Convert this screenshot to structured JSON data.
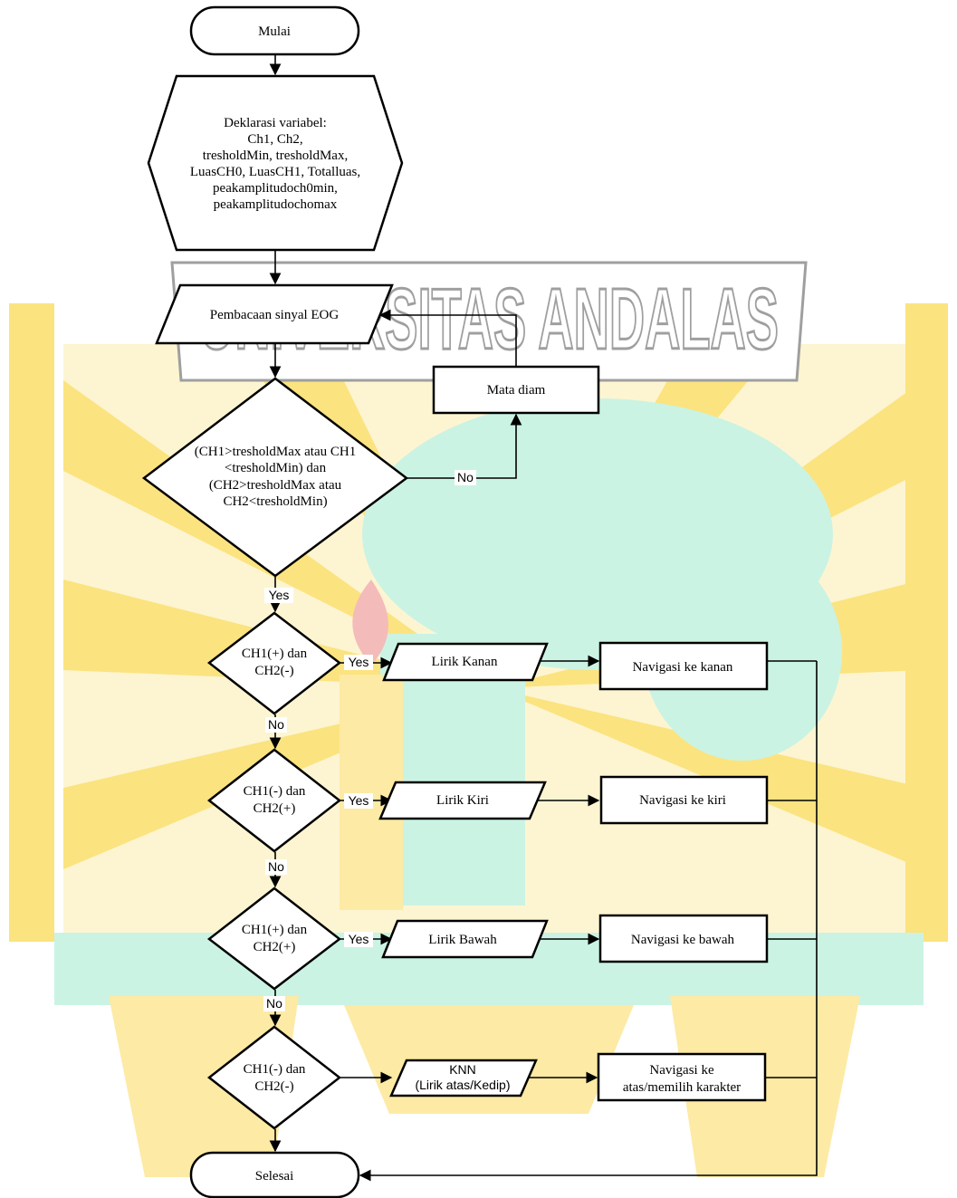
{
  "watermark": {
    "text": "UNIVERSITAS ANDALAS",
    "colors": {
      "yellow": "#fbe27a",
      "light_yellow": "#fdf5cf",
      "green": "#c9f3e2",
      "red": "#f4b8b8"
    }
  },
  "nodes": {
    "start": "Mulai",
    "declare": [
      "Deklarasi variabel:",
      "Ch1, Ch2,",
      "tresholdMin, tresholdMax,",
      "LuasCH0, LuasCH1, Totalluas,",
      "peakamplitudoch0min,",
      "peakamplitudochomax"
    ],
    "read": "Pembacaan sinyal EOG",
    "idle": "Mata diam",
    "check_main": [
      "(CH1>tresholdMax atau CH1",
      "<tresholdMin) dan",
      "(CH2>tresholdMax atau",
      "CH2<tresholdMin)"
    ],
    "cond1": [
      "CH1(+) dan",
      "CH2(-)"
    ],
    "cond2": [
      "CH1(-) dan",
      "CH2(+)"
    ],
    "cond3": [
      "CH1(+) dan",
      "CH2(+)"
    ],
    "cond4": [
      "CH1(-) dan",
      "CH2(-)"
    ],
    "out1": "Lirik Kanan",
    "out2": "Lirik Kiri",
    "out3": "Lirik Bawah",
    "out4": [
      "KNN",
      "(Lirik atas/Kedip)"
    ],
    "nav1": "Navigasi ke kanan",
    "nav2": "Navigasi ke kiri",
    "nav3": "Navigasi ke bawah",
    "nav4": [
      "Navigasi ke",
      "atas/memilih karakter"
    ],
    "end": "Selesai"
  },
  "edge_labels": {
    "main_no": "No",
    "main_yes": "Yes",
    "c1_yes": "Yes",
    "c1_no": "No",
    "c2_yes": "Yes",
    "c2_no": "No",
    "c3_yes": "Yes",
    "c3_no": "No"
  }
}
